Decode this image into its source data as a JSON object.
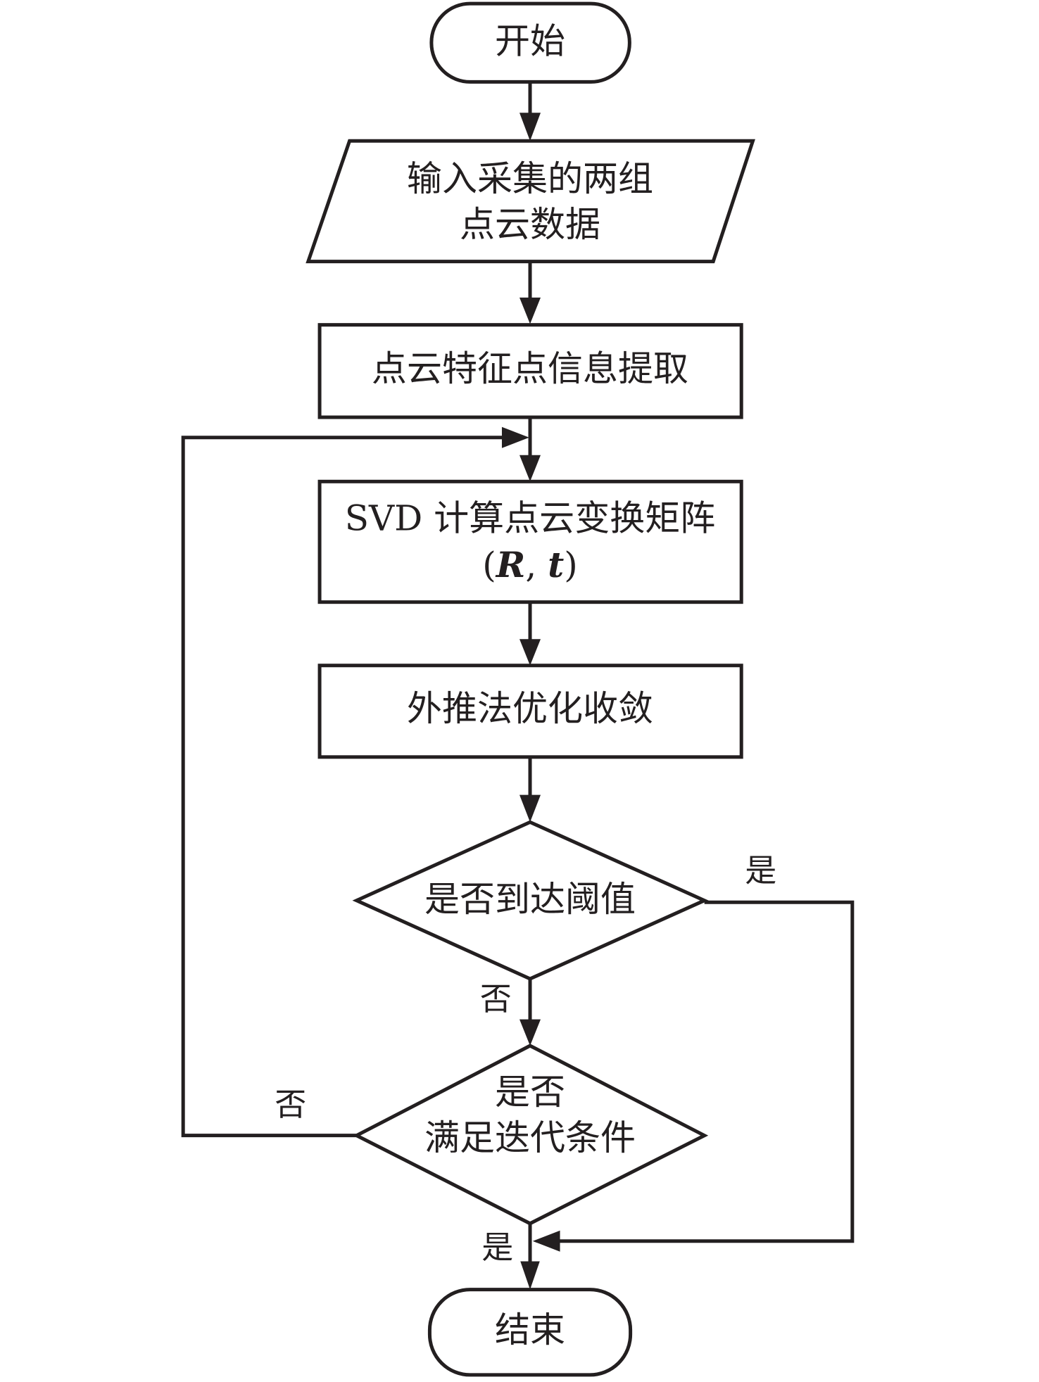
{
  "flowchart": {
    "start": "开始",
    "input": [
      "输入采集的两组",
      "点云数据"
    ],
    "step1": "点云特征点信息提取",
    "step2_line1": "SVD 计算点云变换矩阵",
    "step2_line2": {
      "open": "(",
      "R": "R",
      "sep": ", ",
      "t": "t",
      "close": ")"
    },
    "step3": "外推法优化收敛",
    "decision1": "是否到达阈值",
    "decision2": [
      "是否",
      "满足迭代条件"
    ],
    "end": "结束",
    "labels": {
      "d1_yes": "是",
      "d1_no": "否",
      "d2_no": "否",
      "d2_yes": "是"
    }
  }
}
